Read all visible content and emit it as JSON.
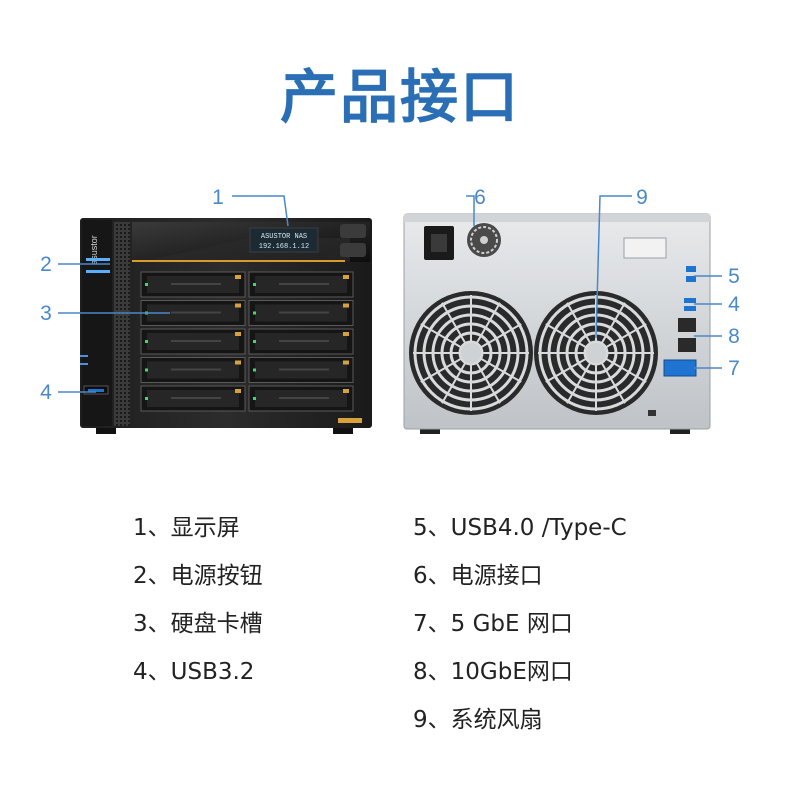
{
  "title": "产品接口",
  "front": {
    "brand": "asustor",
    "lcd_line1": "ASUSTOR NAS",
    "lcd_line2": "192.168.1.12"
  },
  "callouts": [
    "1",
    "2",
    "3",
    "4",
    "4",
    "5",
    "6",
    "7",
    "8",
    "9"
  ],
  "legend": [
    {
      "num": "1、",
      "text": "显示屏"
    },
    {
      "num": "2、",
      "text": "电源按钮"
    },
    {
      "num": "3、",
      "text": "硬盘卡槽"
    },
    {
      "num": "4、",
      "text": "USB3.2"
    },
    {
      "num": "5、",
      "text": "USB4.0 /Type-C"
    },
    {
      "num": "6、",
      "text": "电源接口"
    },
    {
      "num": "7、",
      "text": "5 GbE 网口"
    },
    {
      "num": "8、",
      "text": "10GbE网口"
    },
    {
      "num": "9、",
      "text": "系统风扇"
    }
  ],
  "colors": {
    "accent": "#2a6fb5",
    "callout": "#4a89c8",
    "port_blue": "#1e74d0"
  }
}
